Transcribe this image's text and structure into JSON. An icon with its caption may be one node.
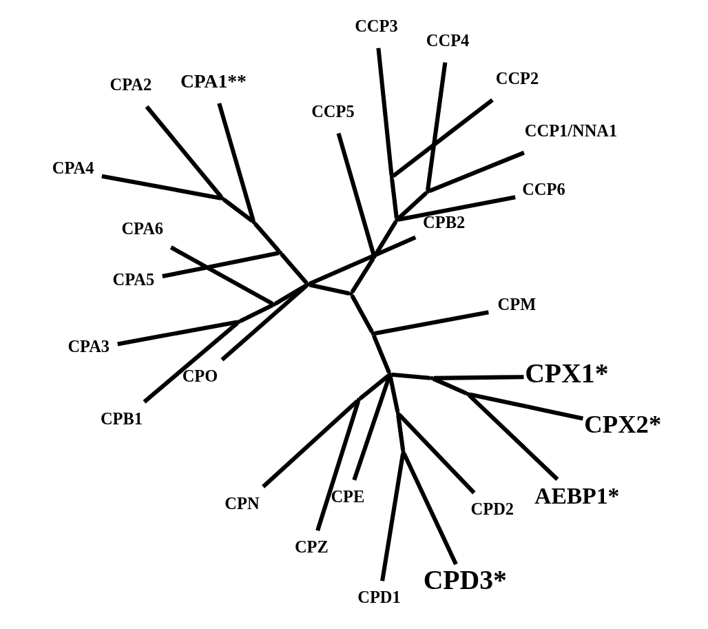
{
  "diagram": {
    "nodes": [
      {
        "text": [
          "CPZ"
        ]
      },
      {
        "text": [
          "CPX1*"
        ]
      },
      {
        "text": [
          "CPD3*"
        ]
      },
      {
        "text": [
          "CPN"
        ]
      },
      {
        "text": [
          "CPX2*"
        ]
      },
      {
        "text": [
          "CPD1"
        ]
      },
      {
        "text": [
          "AEBP1*"
        ]
      },
      {
        "text": [
          "CPD2"
        ]
      },
      {
        "text": [
          "CPE"
        ]
      },
      {
        "text": [
          "CPM"
        ]
      },
      {
        "text": [
          "CPO"
        ]
      },
      {
        "text": [
          "CCP3"
        ]
      },
      {
        "text": [
          "CPB2"
        ]
      },
      {
        "text": [
          "CPA6"
        ]
      },
      {
        "text": [
          "CCP2"
        ]
      },
      {
        "text": [
          "CCP6"
        ]
      },
      {
        "text": [
          "CPB1"
        ]
      },
      {
        "text": [
          "CPA3"
        ]
      },
      {
        "text": [
          "CCP4"
        ]
      },
      {
        "text": [
          "CPA2"
        ]
      },
      {
        "text": [
          "CPA4"
        ]
      },
      {
        "text": [
          "CPA5"
        ]
      },
      {
        "text": [
          "CPA1**"
        ]
      },
      {
        "text": [
          "CCP1/NNA1"
        ]
      },
      {
        "text": [
          "CCP5"
        ]
      },
      {
        "text": [],
        "shape": "point"
      },
      {
        "text": [],
        "shape": "point"
      },
      {
        "text": [],
        "shape": "point"
      },
      {
        "text": [],
        "shape": "point"
      },
      {
        "text": [],
        "shape": "point"
      },
      {
        "text": [],
        "shape": "point"
      },
      {
        "text": [],
        "shape": "point"
      },
      {
        "text": [],
        "shape": "point"
      },
      {
        "text": [],
        "shape": "point"
      },
      {
        "text": [],
        "shape": "point"
      },
      {
        "text": [],
        "shape": "point"
      },
      {
        "text": [],
        "shape": "point"
      },
      {
        "text": [],
        "shape": "point"
      },
      {
        "text": [],
        "shape": "point"
      },
      {
        "text": [],
        "shape": "point"
      },
      {
        "text": [],
        "shape": "point"
      },
      {
        "text": [],
        "shape": "point"
      },
      {
        "text": [],
        "shape": "point"
      }
    ],
    "edges": [
      {
        "from": 25,
        "to": 5,
        "arrow": "none"
      },
      {
        "from": 25,
        "to": 2,
        "arrow": "none"
      },
      {
        "from": 29,
        "to": 25,
        "arrow": "none"
      },
      {
        "from": 26,
        "to": 4,
        "arrow": "none"
      },
      {
        "from": 26,
        "to": 6,
        "arrow": "none"
      },
      {
        "from": 27,
        "to": 26,
        "arrow": "none"
      },
      {
        "from": 27,
        "to": 1,
        "arrow": "none"
      },
      {
        "from": 30,
        "to": 27,
        "arrow": "none"
      },
      {
        "from": 28,
        "to": 3,
        "arrow": "none"
      },
      {
        "from": 28,
        "to": 0,
        "arrow": "none"
      },
      {
        "from": 30,
        "to": 28,
        "arrow": "none"
      },
      {
        "from": 29,
        "to": 7,
        "arrow": "none"
      },
      {
        "from": 30,
        "to": 29,
        "arrow": "none"
      },
      {
        "from": 30,
        "to": 8,
        "arrow": "none"
      },
      {
        "from": 31,
        "to": 30,
        "arrow": "none"
      },
      {
        "from": 31,
        "to": 9,
        "arrow": "none"
      },
      {
        "from": 32,
        "to": 31,
        "arrow": "none"
      },
      {
        "from": 32,
        "to": 34,
        "arrow": "none"
      },
      {
        "from": 32,
        "to": 35,
        "arrow": "none"
      },
      {
        "from": 34,
        "to": 24,
        "arrow": "none"
      },
      {
        "from": 34,
        "to": 37,
        "arrow": "none"
      },
      {
        "from": 37,
        "to": 15,
        "arrow": "none"
      },
      {
        "from": 37,
        "to": 33,
        "arrow": "none"
      },
      {
        "from": 37,
        "to": 41,
        "arrow": "none"
      },
      {
        "from": 33,
        "to": 11,
        "arrow": "none"
      },
      {
        "from": 33,
        "to": 14,
        "arrow": "none"
      },
      {
        "from": 41,
        "to": 18,
        "arrow": "none"
      },
      {
        "from": 41,
        "to": 23,
        "arrow": "none"
      },
      {
        "from": 35,
        "to": 10,
        "arrow": "none"
      },
      {
        "from": 35,
        "to": 12,
        "arrow": "none"
      },
      {
        "from": 35,
        "to": 36,
        "arrow": "none"
      },
      {
        "from": 35,
        "to": 39,
        "arrow": "none"
      },
      {
        "from": 36,
        "to": 13,
        "arrow": "none"
      },
      {
        "from": 36,
        "to": 38,
        "arrow": "none"
      },
      {
        "from": 38,
        "to": 16,
        "arrow": "none"
      },
      {
        "from": 38,
        "to": 17,
        "arrow": "none"
      },
      {
        "from": 39,
        "to": 21,
        "arrow": "none"
      },
      {
        "from": 39,
        "to": 40,
        "arrow": "none"
      },
      {
        "from": 40,
        "to": 22,
        "arrow": "none"
      },
      {
        "from": 40,
        "to": 42,
        "arrow": "none"
      },
      {
        "from": 42,
        "to": 20,
        "arrow": "none"
      },
      {
        "from": 42,
        "to": 19,
        "arrow": "none"
      }
    ]
  }
}
